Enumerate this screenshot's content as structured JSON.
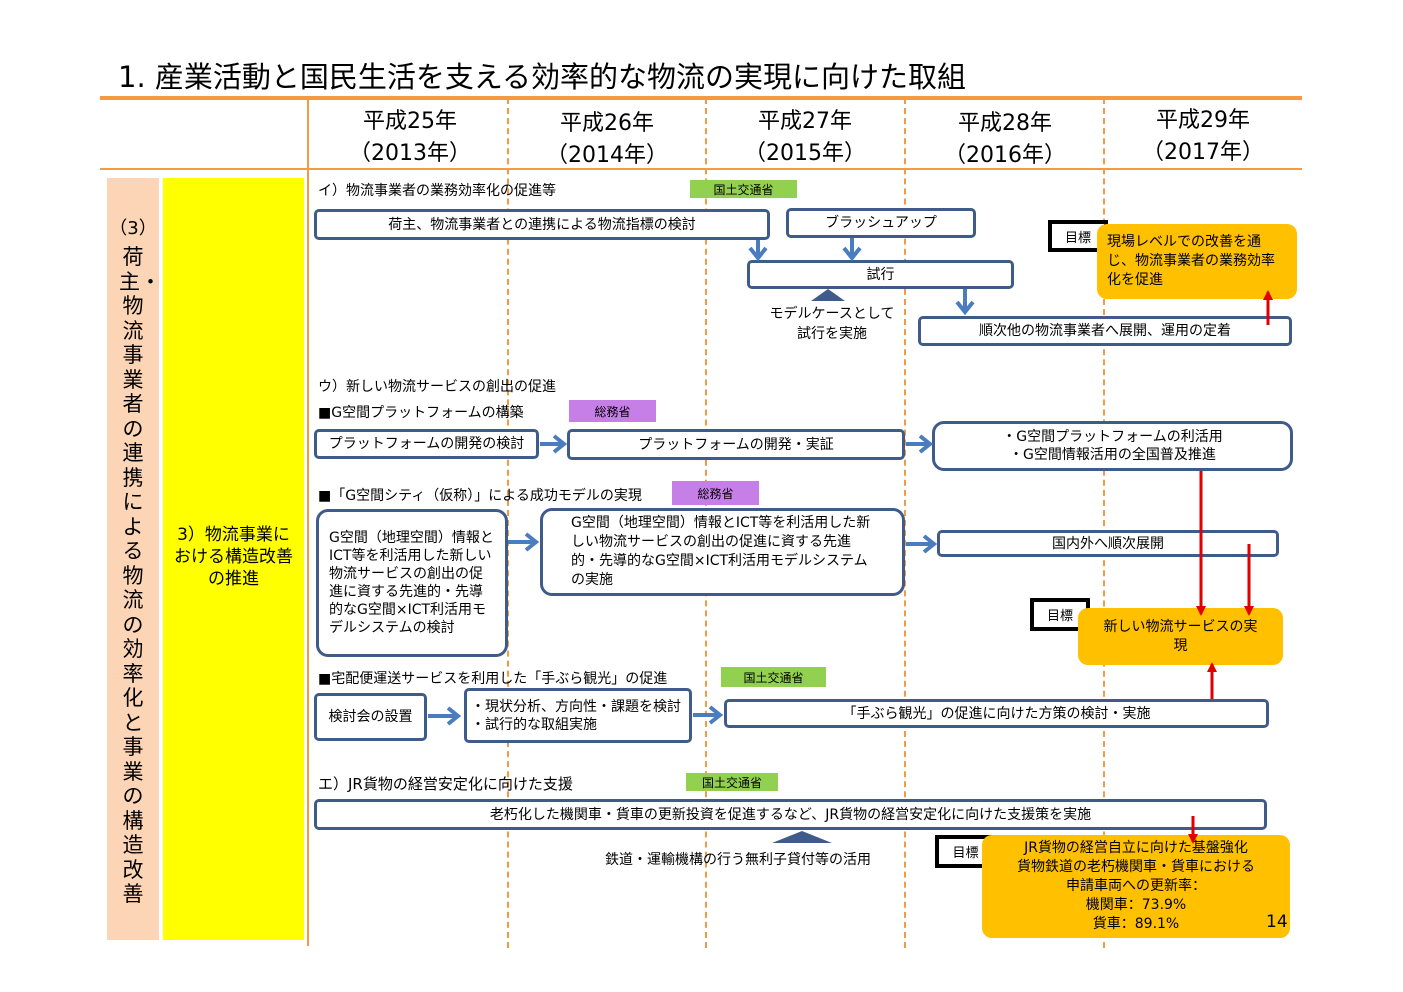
{
  "title": "1. 産業活動と国民生活を支える効率的な物流の実現に向けた取組",
  "years": [
    {
      "label": "平成25年",
      "sub": "（2013年）"
    },
    {
      "label": "平成26年",
      "sub": "（2014年）"
    },
    {
      "label": "平成27年",
      "sub": "（2015年）"
    },
    {
      "label": "平成28年",
      "sub": "（2016年）"
    },
    {
      "label": "平成29年",
      "sub": "（2017年）"
    }
  ],
  "left": {
    "category_num": "（3）",
    "category": "荷主・物流事業者の連携による物流の効率化と事業の構造改善",
    "sub": "3）物流事業における構造改善の推進"
  },
  "sec_i": {
    "heading": "イ）物流事業者の業務効率化の促進等",
    "agency": "国土交通省",
    "box1": "荷主、物流事業者との連携による物流指標の検討",
    "box2": "ブラッシュアップ",
    "box3": "試行",
    "note": "モデルケースとして\n試行を実施",
    "box4": "順次他の物流事業者へ展開、運用の定着",
    "goal": "目標",
    "target": "現場レベルでの改善を通じ、物流事業者の業務効率化を促進"
  },
  "sec_u": {
    "heading": "ウ）新しい物流サービスの創出の促進",
    "g_heading": "■G空間プラットフォームの構築",
    "g_agency": "総務省",
    "g_box1": "プラットフォームの開発の検討",
    "g_box2": "プラットフォームの開発・実証",
    "g_box3a": "・G空間プラットフォームの利活用",
    "g_box3b": "・G空間情報活用の全国普及推進",
    "c_heading": "■「G空間シティ（仮称）」による成功モデルの実現",
    "c_agency": "総務省",
    "c_box1": "G空間（地理空間）情報とICT等を利活用した新しい物流サービスの創出の促進に資する先進的・先導的なG空間×ICT利活用モデルシステムの検討",
    "c_box2": "G空間（地理空間）情報とICT等を利活用した新しい物流サービスの創出の促進に資する先進的・先導的なG空間×ICT利活用モデルシステムの実施",
    "c_box3": "国内外へ順次展開",
    "goal": "目標",
    "target": "新しい物流サービスの実現",
    "t_heading": "■宅配便運送サービスを利用した「手ぶら観光」の促進",
    "t_agency": "国土交通省",
    "t_box1": "検討会の設置",
    "t_box2a": "・現状分析、方向性・課題を検討",
    "t_box2b": "・試行的な取組実施",
    "t_box3": "「手ぶら観光」の促進に向けた方策の検討・実施"
  },
  "sec_e": {
    "heading": "エ）JR貨物の経営安定化に向けた支援",
    "agency": "国土交通省",
    "box1": "老朽化した機関車・貨車の更新投資を促進するなど、JR貨物の経営安定化に向けた支援策を実施",
    "note": "鉄道・運輸機構の行う無利子貸付等の活用",
    "goal": "目標",
    "target_l1": "JR貨物の経営自立に向けた基盤強化",
    "target_l2": "貨物鉄道の老朽機関車・貨車における",
    "target_l3": "申請車両への更新率：",
    "target_l4": "機関車：73.9%",
    "target_l5": "貨車：89.1%"
  },
  "page_number": "14",
  "colors": {
    "accent": "#f39a43",
    "box_border": "#3f5b8a",
    "arrow": "#4a7cc0",
    "target": "#ffc000",
    "red": "#e00000",
    "agency_green": "#92d050",
    "agency_purple": "#c77fe8",
    "left_col": "#fbd5b5",
    "sub_col": "#ffff00"
  }
}
